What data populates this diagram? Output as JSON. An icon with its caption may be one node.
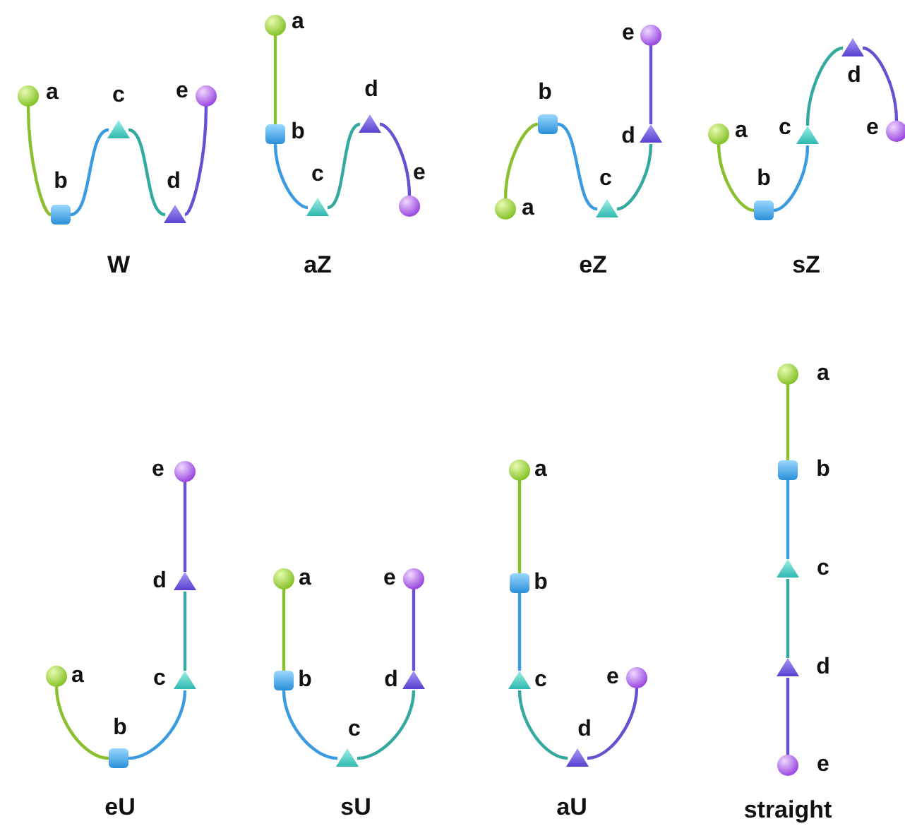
{
  "diagram": {
    "nodes": [
      {
        "text": [],
        "shape": "circle",
        "beside": [
          "a"
        ]
      },
      {
        "text": [],
        "shape": "box",
        "beside": [
          "b"
        ]
      },
      {
        "text": [],
        "shape": "triangle",
        "beside": [
          "c"
        ]
      },
      {
        "text": [],
        "shape": "triangle",
        "beside": [
          "d"
        ]
      },
      {
        "text": [],
        "shape": "circle",
        "beside": [
          "e"
        ]
      },
      {
        "text": [],
        "shape": "circle",
        "beside": [
          "a"
        ]
      },
      {
        "text": [],
        "shape": "box",
        "beside": [
          "b"
        ]
      },
      {
        "text": [],
        "shape": "triangle",
        "beside": [
          "c"
        ]
      },
      {
        "text": [],
        "shape": "triangle",
        "beside": [
          "d"
        ]
      },
      {
        "text": [],
        "shape": "circle",
        "beside": [
          "e"
        ]
      },
      {
        "text": [],
        "shape": "circle",
        "beside": [
          "a"
        ]
      },
      {
        "text": [],
        "shape": "box",
        "beside": [
          "b"
        ]
      },
      {
        "text": [],
        "shape": "triangle",
        "beside": [
          "c"
        ]
      },
      {
        "text": [],
        "shape": "triangle",
        "beside": [
          "d"
        ]
      },
      {
        "text": [],
        "shape": "circle",
        "beside": [
          "e"
        ]
      },
      {
        "text": [],
        "shape": "circle",
        "beside": [
          "a"
        ]
      },
      {
        "text": [],
        "shape": "box",
        "beside": [
          "b"
        ]
      },
      {
        "text": [],
        "shape": "triangle",
        "beside": [
          "c"
        ]
      },
      {
        "text": [],
        "shape": "triangle",
        "beside": [
          "d"
        ]
      },
      {
        "text": [],
        "shape": "circle",
        "beside": [
          "e"
        ]
      },
      {
        "text": [],
        "shape": "circle",
        "beside": [
          "a"
        ]
      },
      {
        "text": [],
        "shape": "box",
        "beside": [
          "b"
        ]
      },
      {
        "text": [],
        "shape": "triangle",
        "beside": [
          "c"
        ]
      },
      {
        "text": [],
        "shape": "triangle",
        "beside": [
          "d"
        ]
      },
      {
        "text": [],
        "shape": "circle",
        "beside": [
          "e"
        ]
      },
      {
        "text": [],
        "shape": "circle",
        "beside": [
          "a"
        ]
      },
      {
        "text": [],
        "shape": "box",
        "beside": [
          "b"
        ]
      },
      {
        "text": [],
        "shape": "triangle",
        "beside": [
          "c"
        ]
      },
      {
        "text": [],
        "shape": "triangle",
        "beside": [
          "d"
        ]
      },
      {
        "text": [],
        "shape": "circle",
        "beside": [
          "e"
        ]
      },
      {
        "text": [],
        "shape": "circle",
        "beside": [
          "a"
        ]
      },
      {
        "text": [],
        "shape": "box",
        "beside": [
          "b"
        ]
      },
      {
        "text": [],
        "shape": "triangle",
        "beside": [
          "c"
        ]
      },
      {
        "text": [],
        "shape": "triangle",
        "beside": [
          "d"
        ]
      },
      {
        "text": [],
        "shape": "circle",
        "beside": [
          "e"
        ]
      },
      {
        "text": [],
        "shape": "circle",
        "beside": [
          "a"
        ]
      },
      {
        "text": [],
        "shape": "box",
        "beside": [
          "b"
        ]
      },
      {
        "text": [],
        "shape": "triangle",
        "beside": [
          "c"
        ]
      },
      {
        "text": [],
        "shape": "triangle",
        "beside": [
          "d"
        ]
      },
      {
        "text": [],
        "shape": "circle",
        "beside": [
          "e"
        ]
      }
    ],
    "edges": [
      {
        "from": 0,
        "to": 1,
        "arrow": "none",
        "color": "#8cbf2f"
      },
      {
        "from": 1,
        "to": 2,
        "arrow": "none",
        "color": "#3b9be0"
      },
      {
        "from": 2,
        "to": 3,
        "arrow": "none",
        "color": "#33a9a0"
      },
      {
        "from": 3,
        "to": 4,
        "arrow": "none",
        "color": "#6a4fd0"
      },
      {
        "from": 5,
        "to": 6,
        "arrow": "none",
        "color": "#8cbf2f"
      },
      {
        "from": 6,
        "to": 7,
        "arrow": "none",
        "color": "#3b9be0"
      },
      {
        "from": 7,
        "to": 8,
        "arrow": "none",
        "color": "#33a9a0"
      },
      {
        "from": 8,
        "to": 9,
        "arrow": "none",
        "color": "#6a4fd0"
      },
      {
        "from": 10,
        "to": 11,
        "arrow": "none",
        "color": "#8cbf2f"
      },
      {
        "from": 11,
        "to": 12,
        "arrow": "none",
        "color": "#3b9be0"
      },
      {
        "from": 12,
        "to": 13,
        "arrow": "none",
        "color": "#33a9a0"
      },
      {
        "from": 13,
        "to": 14,
        "arrow": "none",
        "color": "#6a4fd0"
      },
      {
        "from": 15,
        "to": 16,
        "arrow": "none",
        "color": "#8cbf2f"
      },
      {
        "from": 16,
        "to": 17,
        "arrow": "none",
        "color": "#3b9be0"
      },
      {
        "from": 17,
        "to": 18,
        "arrow": "none",
        "color": "#33a9a0"
      },
      {
        "from": 18,
        "to": 19,
        "arrow": "none",
        "color": "#6a4fd0"
      },
      {
        "from": 20,
        "to": 21,
        "arrow": "none",
        "color": "#8cbf2f"
      },
      {
        "from": 21,
        "to": 22,
        "arrow": "none",
        "color": "#3b9be0"
      },
      {
        "from": 22,
        "to": 23,
        "arrow": "none",
        "color": "#33a9a0"
      },
      {
        "from": 23,
        "to": 24,
        "arrow": "none",
        "color": "#6a4fd0"
      },
      {
        "from": 25,
        "to": 26,
        "arrow": "none",
        "color": "#8cbf2f"
      },
      {
        "from": 26,
        "to": 27,
        "arrow": "none",
        "color": "#3b9be0"
      },
      {
        "from": 27,
        "to": 28,
        "arrow": "none",
        "color": "#33a9a0"
      },
      {
        "from": 28,
        "to": 29,
        "arrow": "none",
        "color": "#6a4fd0"
      },
      {
        "from": 30,
        "to": 31,
        "arrow": "none",
        "color": "#8cbf2f"
      },
      {
        "from": 31,
        "to": 32,
        "arrow": "none",
        "color": "#3b9be0"
      },
      {
        "from": 32,
        "to": 33,
        "arrow": "none",
        "color": "#33a9a0"
      },
      {
        "from": 33,
        "to": 34,
        "arrow": "none",
        "color": "#6a4fd0"
      },
      {
        "from": 35,
        "to": 36,
        "arrow": "none",
        "color": "#8cbf2f"
      },
      {
        "from": 36,
        "to": 37,
        "arrow": "none",
        "color": "#3b9be0"
      },
      {
        "from": 37,
        "to": 38,
        "arrow": "none",
        "color": "#33a9a0"
      },
      {
        "from": 38,
        "to": 39,
        "arrow": "none",
        "color": "#6a4fd0"
      }
    ],
    "labels": [
      "W",
      "aZ",
      "eZ",
      "sZ",
      "eU",
      "sU",
      "aU",
      "straight"
    ]
  }
}
